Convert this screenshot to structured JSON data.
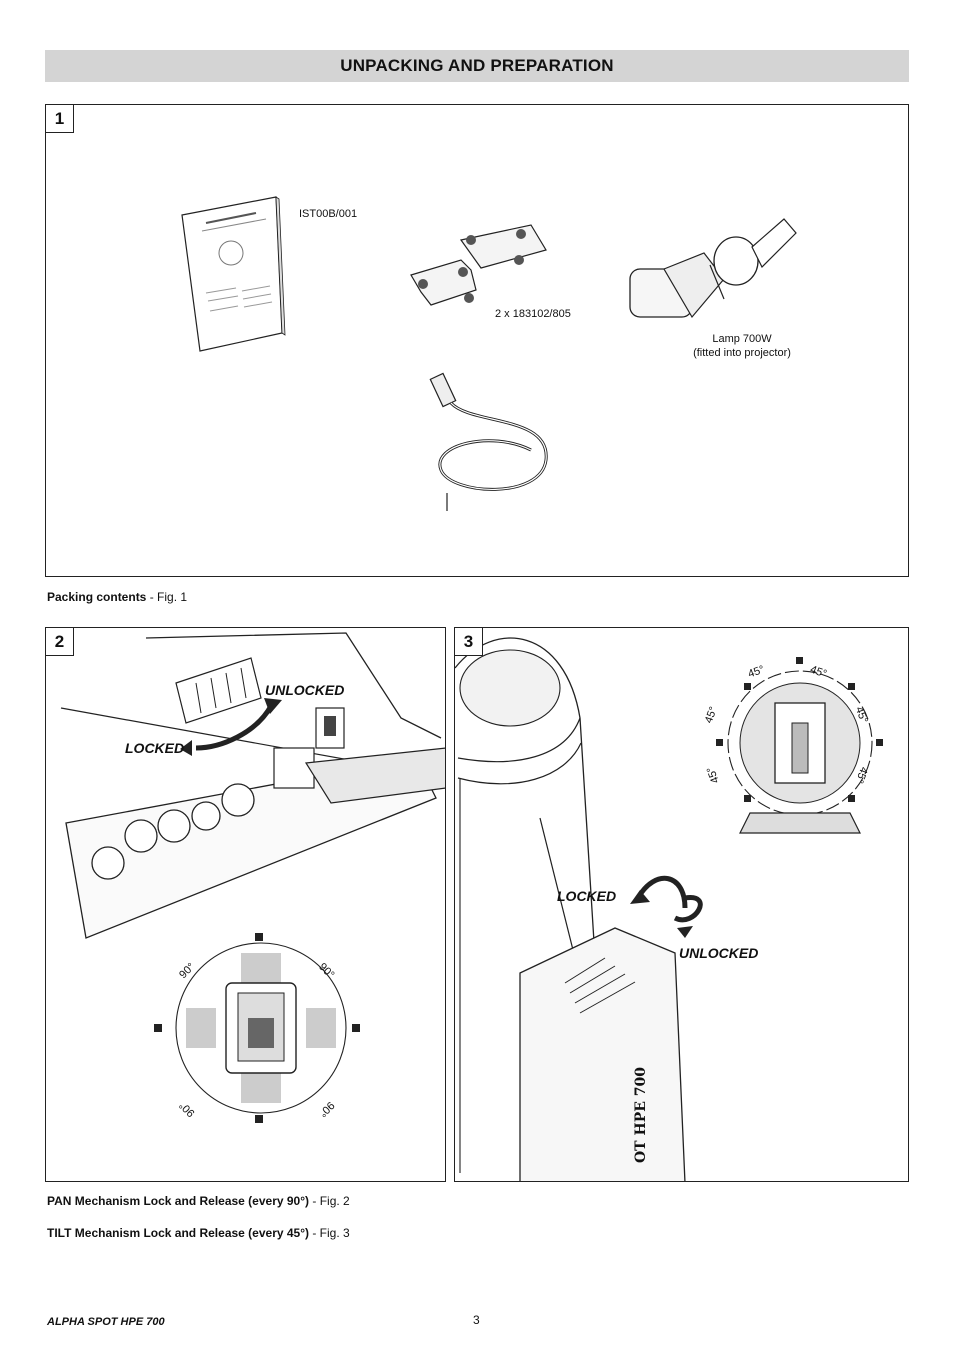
{
  "header": {
    "title": "UNPACKING AND PREPARATION"
  },
  "fig1": {
    "number": "1",
    "manual_code": "IST00B/001",
    "brackets_label": "2 x 183102/805",
    "lamp_label_line1": "Lamp 700W",
    "lamp_label_line2": "(fitted into projector)",
    "caption_bold": "Packing contents",
    "caption_rest": " - Fig. 1"
  },
  "fig2": {
    "number": "2",
    "unlocked": "UNLOCKED",
    "locked": "LOCKED",
    "angle": "90°",
    "caption_bold": "PAN Mechanism Lock and Release (every 90°)",
    "caption_rest": " - Fig. 2"
  },
  "fig3": {
    "number": "3",
    "unlocked": "UNLOCKED",
    "locked": "LOCKED",
    "angle": "45°",
    "body_text": "OT HPE 700",
    "caption_bold": "TILT Mechanism Lock and Release (every 45°)",
    "caption_rest": " - Fig. 3"
  },
  "footer": {
    "product": "ALPHA SPOT HPE 700",
    "page": "3"
  }
}
